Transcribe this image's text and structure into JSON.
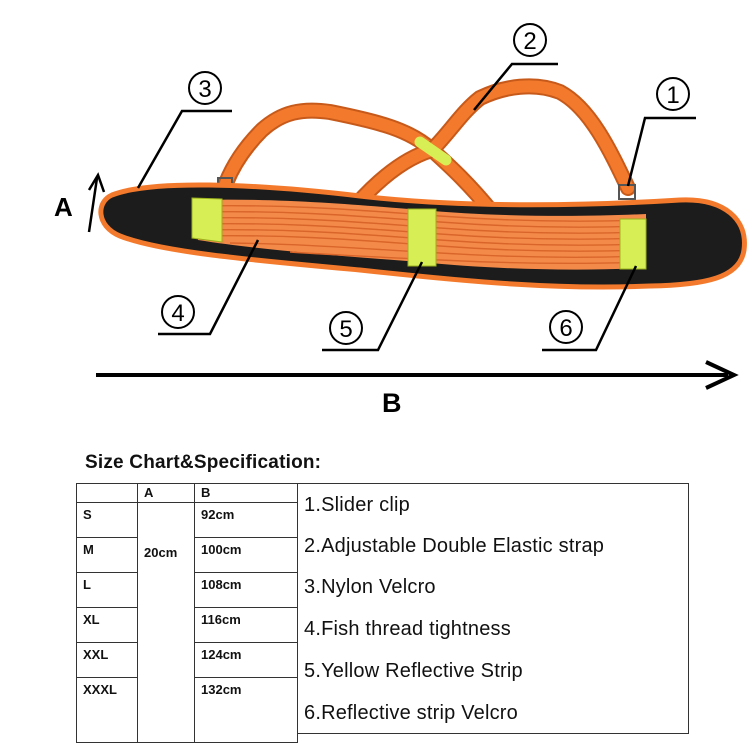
{
  "figure": {
    "dimension_a": "A",
    "dimension_b": "B",
    "callouts": [
      "1",
      "2",
      "3",
      "4",
      "5",
      "6"
    ],
    "colors": {
      "strap": "#f37a2c",
      "belt_body": "#1c1c1c",
      "reflective": "#d8ee55",
      "mesh": "#f48a4a"
    }
  },
  "spec": {
    "title": "Size Chart&Specification:",
    "table": {
      "headers": [
        "",
        "A",
        "B"
      ],
      "a_value": "20cm",
      "rows": [
        {
          "size": "S",
          "b": "92cm"
        },
        {
          "size": "M",
          "b": "100cm"
        },
        {
          "size": "L",
          "b": "108cm"
        },
        {
          "size": "XL",
          "b": "116cm"
        },
        {
          "size": "XXL",
          "b": "124cm"
        },
        {
          "size": "XXXL",
          "b": "132cm"
        }
      ]
    },
    "features": [
      "1.Slider clip",
      "2.Adjustable Double Elastic strap",
      "3.Nylon Velcro",
      "4.Fish thread tightness",
      "5.Yellow Reflective Strip",
      "6.Reflective strip Velcro"
    ]
  }
}
